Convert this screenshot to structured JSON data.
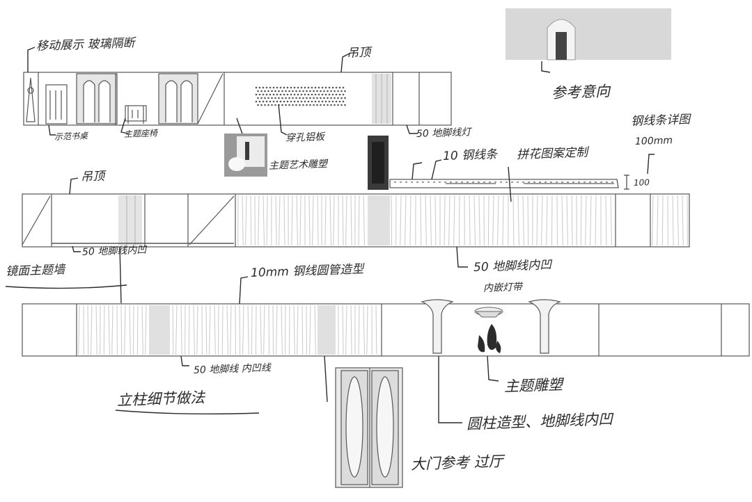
{
  "annotations": {
    "glass_partition": "移动展示 玻璃隔断",
    "desk_display": "示范书桌",
    "chair_display": "主题座椅",
    "soffit_top": "吊顶",
    "perforated_panel": "穿孔铝板",
    "sculpture_corner": "主题艺术雕塑",
    "floor_light_trough": "50 地脚线灯",
    "steel_strip_10": "10 钢线条",
    "ceiling_custom": "拼花图案定制",
    "steel_detail_label": "钢线条详图",
    "steel_detail_dim": "100mm",
    "dim_100": "100",
    "reference_image": "参考意向",
    "soffit_mid": "吊顶",
    "floor_light_mid": "50 地脚线内凹",
    "mirror_wall": "镜面主题墙",
    "steel_round_10mm": "10mm 钢线圆管造型",
    "floor_light_recess": "50 地脚线内凹",
    "inset_light": "内嵌灯带",
    "floor_recess_lower": "50 地脚线 内凹线",
    "column_detail": "立柱细节做法",
    "theme_sculpture": "主题雕塑",
    "column_round": "圆柱造型、地脚线内凹",
    "door_ref": "大门参考 过厅"
  },
  "colors": {
    "ink": "#2a2a2a",
    "line": "#5a5a5a",
    "panel_grey": "#d9d9d9",
    "photo_dark": "#3a3a3a"
  }
}
